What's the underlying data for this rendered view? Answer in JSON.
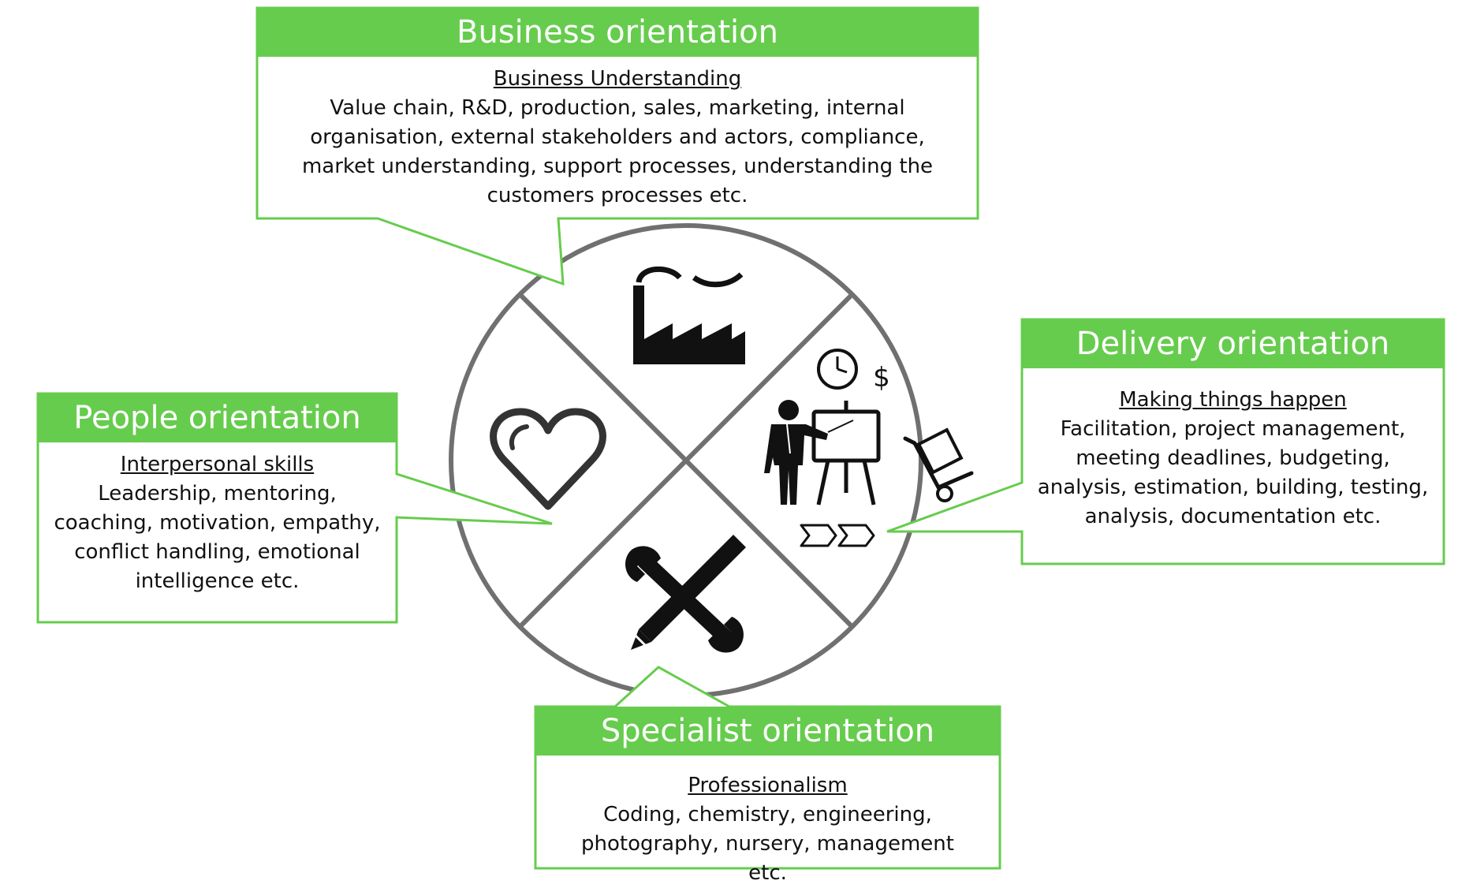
{
  "colors": {
    "accent": "#66cc4d",
    "circle": "#707070",
    "icon": "#111111",
    "text": "#111111"
  },
  "business": {
    "title": "Business orientation",
    "subtitle": "Business Understanding",
    "text": "Value chain, R&D, production, sales, marketing, internal organisation, external stakeholders and actors, compliance,  market understanding, support processes, understanding the customers processes etc."
  },
  "people": {
    "title": "People orientation",
    "subtitle": "Interpersonal skills",
    "text": "Leadership, mentoring, coaching, motivation, empathy, conflict handling, emotional intelligence etc."
  },
  "delivery": {
    "title": "Delivery orientation",
    "subtitle": "Making things happen",
    "text": "Facilitation, project management, meeting deadlines, budgeting, analysis, estimation, building, testing, analysis, documentation etc."
  },
  "specialist": {
    "title": "Specialist orientation",
    "subtitle": "Professionalism",
    "text": "Coding, chemistry, engineering, photography, nursery, management etc."
  },
  "icons": {
    "business": "factory-icon",
    "people": "heart-icon",
    "delivery": "presenter-easel-icon",
    "specialist": "wrench-pencil-icon",
    "clock": "clock-icon",
    "money": "dollar-icon",
    "cart": "hand-truck-icon",
    "process": "process-chevrons-icon"
  },
  "dollar_symbol": "$"
}
